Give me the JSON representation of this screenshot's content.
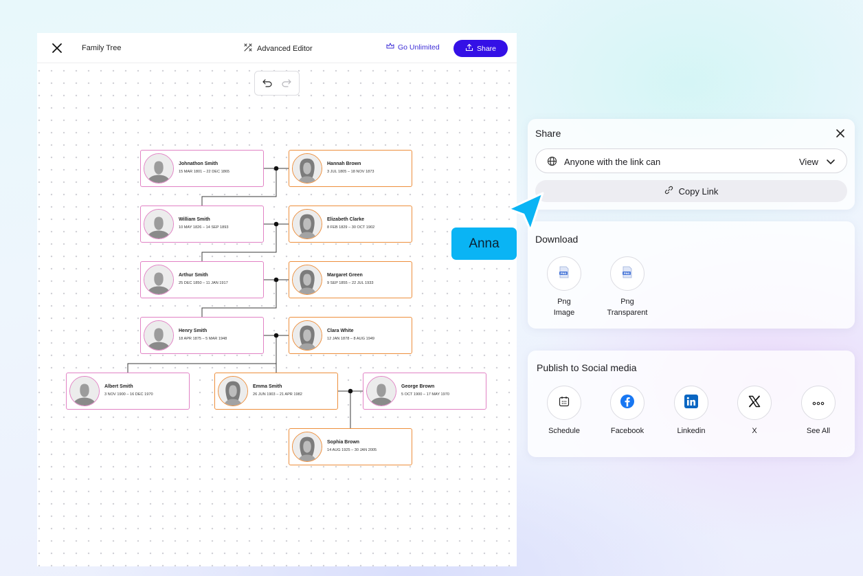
{
  "editor": {
    "title": "Family Tree",
    "advanced_editor": "Advanced Editor",
    "go_unlimited": "Go Unlimited",
    "share_label": "Share"
  },
  "tree": {
    "people": [
      {
        "name": "Johnathon Smith",
        "dates": "15 MAR 1801 – 22 DEC 1865",
        "gender": "male"
      },
      {
        "name": "Hannah Brown",
        "dates": "3 JUL 1805 – 18 NOV 1873",
        "gender": "female"
      },
      {
        "name": "William Smith",
        "dates": "10 MAY 1826 – 14 SEP 1893",
        "gender": "male"
      },
      {
        "name": "Elizabeth Clarke",
        "dates": "8 FEB 1829 – 30 OCT 1902",
        "gender": "female"
      },
      {
        "name": "Arthur Smith",
        "dates": "25 DEC 1850 – 11 JAN 1917",
        "gender": "male"
      },
      {
        "name": "Margaret Green",
        "dates": "9 SEP 1855 – 22 JUL 1933",
        "gender": "female"
      },
      {
        "name": "Henry Smith",
        "dates": "18 APR 1875 – 5 MAR 1948",
        "gender": "male"
      },
      {
        "name": "Clara White",
        "dates": "12 JAN 1878 – 8 AUG 1949",
        "gender": "female"
      },
      {
        "name": "Albert Smith",
        "dates": "3 NOV 1900 – 16 DEC 1970",
        "gender": "male"
      },
      {
        "name": "Emma Smith",
        "dates": "26 JUN 1903 – 21 APR 1982",
        "gender": "female"
      },
      {
        "name": "George Brown",
        "dates": "5 OCT 1900 – 17 MAY 1970",
        "gender": "male"
      },
      {
        "name": "Sophia Brown",
        "dates": "14 AUG 1925 – 30 JAN 2005",
        "gender": "female"
      }
    ]
  },
  "share_panel": {
    "title": "Share",
    "link_access": "Anyone with the link can",
    "permission": "View",
    "copy_link": "Copy Link"
  },
  "download_panel": {
    "title": "Download",
    "options": [
      {
        "line1": "Png",
        "line2": "Image",
        "icon": "png-file-icon"
      },
      {
        "line1": "Png",
        "line2": "Transparent",
        "icon": "png-file-icon"
      }
    ]
  },
  "social_panel": {
    "title": "Publish to Social media",
    "options": [
      {
        "label": "Schedule",
        "icon": "calendar-icon"
      },
      {
        "label": "Facebook",
        "icon": "facebook-icon"
      },
      {
        "label": "Linkedin",
        "icon": "linkedin-icon"
      },
      {
        "label": "X",
        "icon": "x-logo-icon"
      },
      {
        "label": "See All",
        "icon": "more-icon"
      }
    ]
  },
  "cursor_label": "Anna",
  "colors": {
    "male_border": "#e181c4",
    "female_border": "#ed8e3b",
    "primary": "#3410e6",
    "cursor": "#0ab4f4",
    "facebook": "#1877f2",
    "linkedin": "#0a66c2"
  }
}
